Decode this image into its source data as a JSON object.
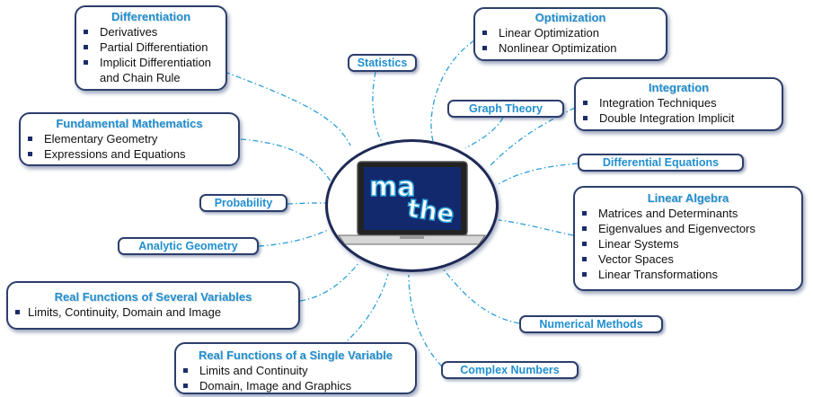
{
  "colors": {
    "heading": "#1f8fd0",
    "border": "#2c3e6b",
    "connector": "#2a9fd8",
    "screen": "#13296e"
  },
  "center": {
    "logo_text": "mathe"
  },
  "topics": {
    "differentiation": {
      "title": "Differentiation",
      "items": [
        "Derivatives",
        "Partial Differentiation",
        "Implicit Differentiation and Chain Rule"
      ]
    },
    "optimization": {
      "title": "Optimization",
      "items": [
        "Linear Optimization",
        "Nonlinear Optimization"
      ]
    },
    "statistics": {
      "title": "Statistics"
    },
    "graph_theory": {
      "title": "Graph Theory"
    },
    "integration": {
      "title": "Integration",
      "items": [
        "Integration Techniques",
        "Double Integration Implicit"
      ]
    },
    "fundamental_mathematics": {
      "title": "Fundamental Mathematics",
      "items": [
        "Elementary Geometry",
        "Expressions and Equations"
      ]
    },
    "differential_equations": {
      "title": "Differential Equations"
    },
    "probability": {
      "title": "Probability"
    },
    "linear_algebra": {
      "title": "Linear Algebra",
      "items": [
        "Matrices and Determinants",
        "Eigenvalues and Eigenvectors",
        "Linear Systems",
        "Vector Spaces",
        "Linear Transformations"
      ]
    },
    "analytic_geometry": {
      "title": "Analytic Geometry"
    },
    "real_functions_several": {
      "title": "Real Functions of Several Variables",
      "items": [
        "Limits, Continuity, Domain and Image"
      ]
    },
    "numerical_methods": {
      "title": "Numerical Methods"
    },
    "real_functions_single": {
      "title": "Real Functions of a Single Variable",
      "items": [
        "Limits and Continuity",
        "Domain, Image and Graphics"
      ]
    },
    "complex_numbers": {
      "title": "Complex Numbers"
    }
  }
}
